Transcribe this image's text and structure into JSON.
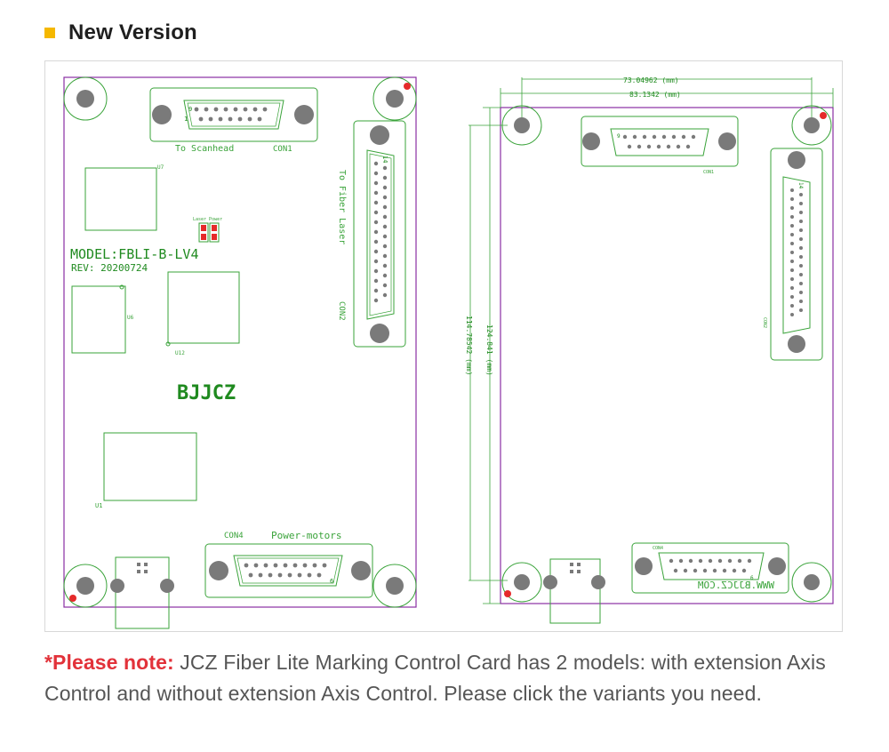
{
  "header": {
    "title": "New Version",
    "accent": "#f5b800"
  },
  "board_left": {
    "con1_label": "To Scanhead",
    "con1_name": "CON1",
    "con2_label": "To Fiber Laser",
    "con2_name": "CON2",
    "u7": "U7",
    "led_label": "Laser Power",
    "model": "MODEL:FBLI-B-LV4",
    "rev": "REV: 20200724",
    "u6": "U6",
    "u12": "U12",
    "brand": "BJJCZ",
    "u1": "U1",
    "con4_name": "CON4",
    "con4_label": "Power-motors",
    "pin9": "9",
    "pin1": "1",
    "pin14": "14",
    "pin6": "6"
  },
  "board_right": {
    "dim_top1": "73.04962 (mm)",
    "dim_top2": "83.1342 (mm)",
    "dim_left1": "114.78542 (mm)",
    "dim_left2": "124.841 (mm)",
    "con1_name": "CON1",
    "con2_name": "CON2",
    "con4_name": "CON4",
    "website": "WWW.BJJCZ.COM",
    "pin9": "9",
    "pin1": "1",
    "pin14": "14",
    "pin6": "6"
  },
  "colors": {
    "outline": "#8a2ea3",
    "trace": "#3aa33a",
    "hole": "#7a7a7a",
    "dot": "#e52a2a",
    "text_green": "#1f8a1f"
  },
  "note": {
    "prefix": "*Please note:",
    "text": " JCZ Fiber Lite Marking Control Card has 2 models: with extension Axis Control and without extension Axis Control. Please click the variants you need."
  }
}
